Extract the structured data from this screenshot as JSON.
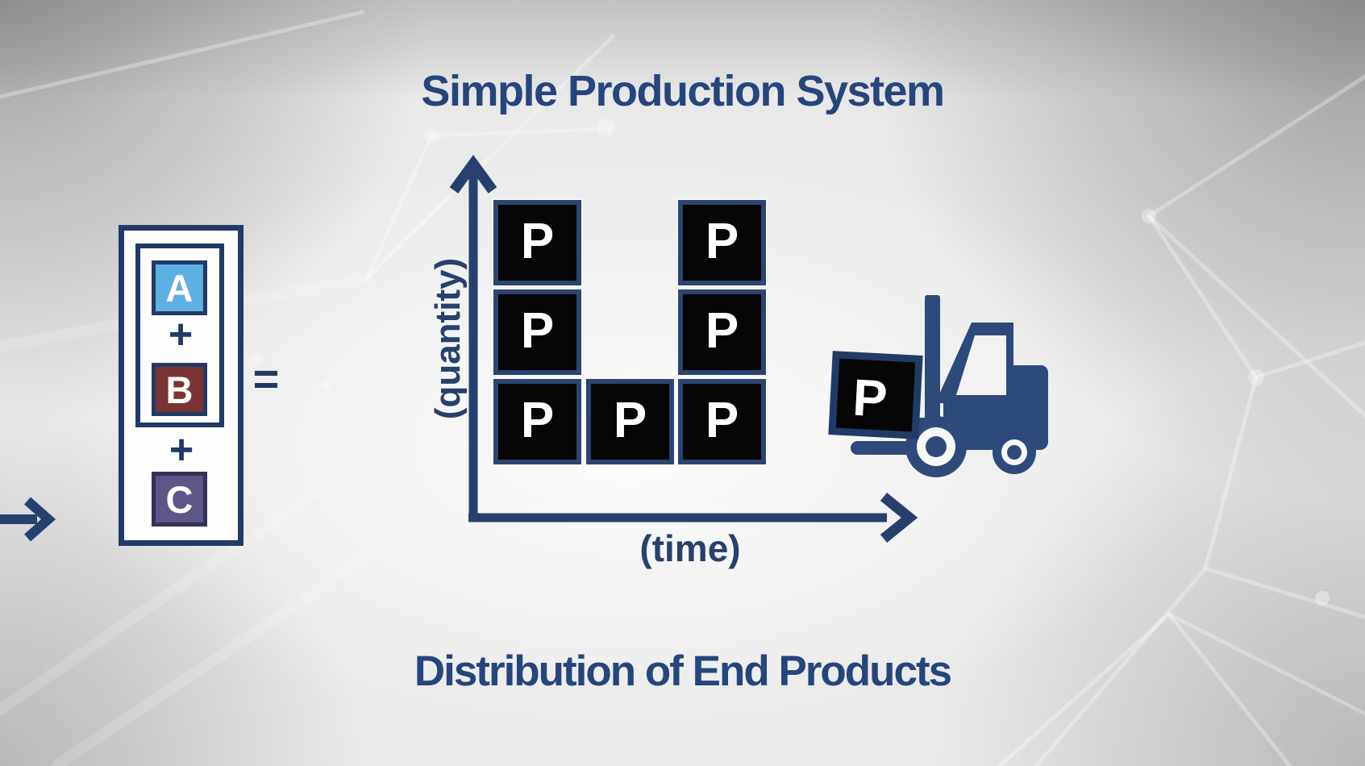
{
  "slide": {
    "title": "Simple Production System",
    "bottom_title": "Distribution of End Products"
  },
  "input_assembly": {
    "components": [
      {
        "label": "A",
        "fill": "#5fb0e2"
      },
      {
        "label": "B",
        "fill": "#7a3434"
      },
      {
        "label": "C",
        "fill": "#5d5689"
      }
    ],
    "plus_operator": "+",
    "equals_sign": "="
  },
  "chart_data": {
    "type": "grid-diagram",
    "x_label": "(time)",
    "y_label": "(quantity)",
    "unit_label": "P",
    "columns_stack_counts": [
      3,
      1,
      3
    ],
    "occupied_cells": [
      {
        "col": 0,
        "row": 0
      },
      {
        "col": 0,
        "row": 1
      },
      {
        "col": 0,
        "row": 2
      },
      {
        "col": 1,
        "row": 2
      },
      {
        "col": 2,
        "row": 0
      },
      {
        "col": 2,
        "row": 1
      },
      {
        "col": 2,
        "row": 2
      }
    ]
  },
  "forklift": {
    "carried_box_label": "P"
  },
  "colors": {
    "navy_text": "#26457d",
    "navy_line": "#27406e",
    "block_border": "#2d4470",
    "block_fill": "#060606",
    "component_a": "#5fb0e2",
    "component_b": "#7a3434",
    "component_c": "#5d5689",
    "forklift": "#2d4a7a",
    "background": "#e9e9e9"
  }
}
